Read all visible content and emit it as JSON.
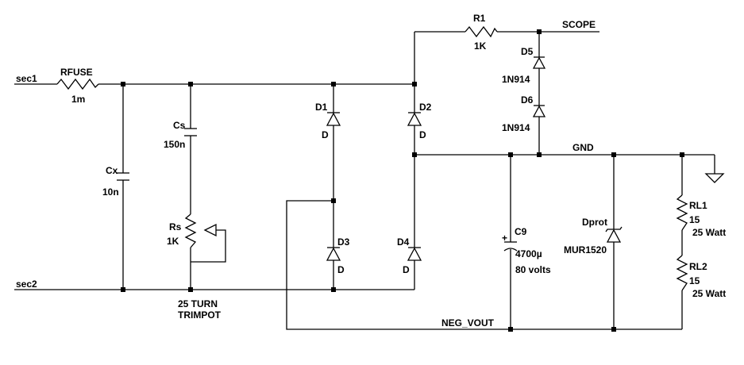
{
  "nets": {
    "sec1": "sec1",
    "sec2": "sec2",
    "scope": "SCOPE",
    "gnd": "GND",
    "neg_vout": "NEG_VOUT"
  },
  "components": {
    "rfuse": {
      "name": "RFUSE",
      "value": "1m"
    },
    "cx": {
      "name": "Cx",
      "value": "10n"
    },
    "cs": {
      "name": "Cs",
      "value": "150n"
    },
    "rs": {
      "name": "Rs",
      "value": "1K",
      "note_line1": "25 TURN",
      "note_line2": "TRIMPOT"
    },
    "d1": {
      "name": "D1",
      "value": "D"
    },
    "d2": {
      "name": "D2",
      "value": "D"
    },
    "d3": {
      "name": "D3",
      "value": "D"
    },
    "d4": {
      "name": "D4",
      "value": "D"
    },
    "r1": {
      "name": "R1",
      "value": "1K"
    },
    "d5": {
      "name": "D5",
      "value": "1N914"
    },
    "d6": {
      "name": "D6",
      "value": "1N914"
    },
    "c9": {
      "name": "C9",
      "value": "4700µ",
      "rating": "80 volts",
      "polarity": "+"
    },
    "dprot": {
      "name": "Dprot",
      "value": "MUR1520"
    },
    "rl1": {
      "name": "RL1",
      "value": "15",
      "rating": "25 Watt"
    },
    "rl2": {
      "name": "RL2",
      "value": "15",
      "rating": "25 Watt"
    }
  }
}
